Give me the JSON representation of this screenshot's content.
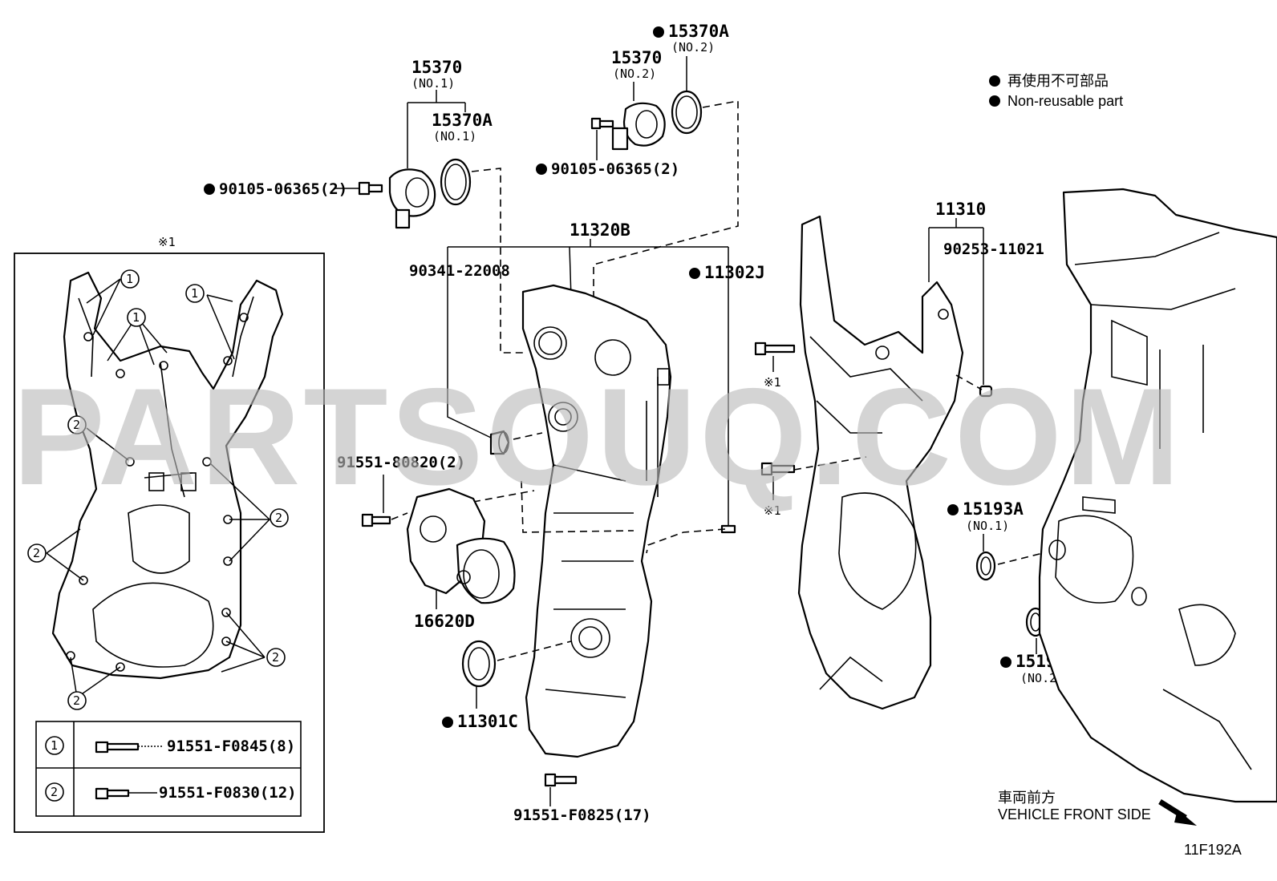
{
  "legend": {
    "line1": "再使用不可部品",
    "line2": "Non-reusable part"
  },
  "watermark": "PARTSOUQ.COM",
  "figure_id": "11F192A",
  "direction": {
    "jp": "車両前方",
    "en": "VEHICLE FRONT SIDE"
  },
  "inset": {
    "title": "※1",
    "rows": [
      {
        "mark": "1",
        "part": "91551-F0845(8)"
      },
      {
        "mark": "2",
        "part": "91551-F0830(12)"
      }
    ]
  },
  "labels": {
    "p15370_no1": "15370",
    "p15370_no1_sub": "(NO.1)",
    "p15370a_no1": "15370A",
    "p15370a_no1_sub": "(NO.1)",
    "p15370_no2": "15370",
    "p15370_no2_sub": "(NO.2)",
    "p15370a_no2": "15370A",
    "p15370a_no2_sub": "(NO.2)",
    "bolt_left": "90105-06365(2)",
    "bolt_right": "90105-06365(2)",
    "p11320b": "11320B",
    "p90341": "90341-22008",
    "p11302j": "11302J",
    "p91551_80820": "91551-80820(2)",
    "p16620d": "16620D",
    "p11301c": "11301C",
    "p91551_f0825": "91551-F0825(17)",
    "p11310": "11310",
    "p90253": "90253-11021",
    "ref1_a": "※1",
    "ref1_b": "※1",
    "p15193a_no1": "15193A",
    "p15193a_no1_sub": "(NO.1)",
    "p15193a_no2": "15193A",
    "p15193a_no2_sub": "(NO.2)"
  },
  "callouts": [
    "1",
    "1",
    "1",
    "2",
    "2",
    "2",
    "2",
    "2"
  ]
}
